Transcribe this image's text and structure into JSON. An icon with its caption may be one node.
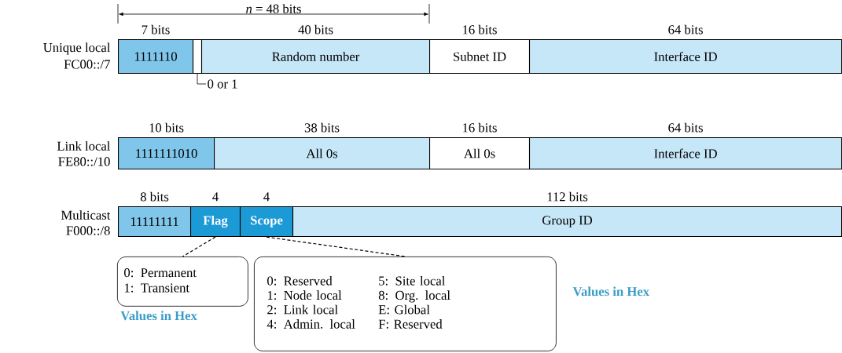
{
  "diagram": {
    "nodes": [
      {
        "text": [
          "1111110"
        ],
        "beside": [
          "7 bits"
        ]
      },
      {
        "text": [],
        "shape": "box"
      },
      {
        "text": [
          "Random number"
        ],
        "beside": [
          "40 bits"
        ]
      },
      {
        "text": [
          "Subnet ID"
        ],
        "beside": [
          "16 bits"
        ]
      },
      {
        "text": [
          "Interface ID"
        ],
        "beside": [
          "64 bits"
        ]
      },
      {
        "text": [
          "0 or 1"
        ]
      },
      {
        "text": [
          "1111111010"
        ],
        "beside": [
          "10 bits"
        ]
      },
      {
        "text": [
          "All 0s"
        ],
        "beside": [
          "38 bits"
        ]
      },
      {
        "text": [
          "All 0s"
        ],
        "beside": [
          "16 bits"
        ]
      },
      {
        "text": [
          "Interface ID"
        ],
        "beside": [
          "64 bits"
        ]
      },
      {
        "text": [
          "11111111"
        ],
        "beside": [
          "8 bits"
        ]
      },
      {
        "text": [
          "Flag"
        ],
        "beside": [
          "4"
        ]
      },
      {
        "text": [
          "Scope"
        ],
        "beside": [
          "4"
        ]
      },
      {
        "text": [
          "Group ID"
        ],
        "beside": [
          "112 bits"
        ]
      },
      {
        "text": [
          "0: Permanent",
          "1: Transient"
        ],
        "beside": [
          "Values in Hex"
        ]
      },
      {
        "text": [
          "0: Reserved",
          "1: Node local",
          "2: Link local",
          "4: Admin. local",
          "5: Site local",
          "8: Org. local",
          "E: Global",
          "F: Reserved"
        ],
        "beside": [
          "Values in Hex"
        ]
      }
    ],
    "edges": [
      {
        "from": 5,
        "to": 1,
        "arrow": "none"
      },
      {
        "from": 11,
        "to": 14,
        "arrow": "none",
        "style": "dashed"
      },
      {
        "from": 12,
        "to": 15,
        "arrow": "none",
        "style": "dashed"
      }
    ],
    "labels": [
      "*n* = 48 bits",
      "Unique local",
      "FC00::/7",
      "Link local",
      "FE80::/10",
      "Multicast",
      "F000::/8"
    ]
  }
}
